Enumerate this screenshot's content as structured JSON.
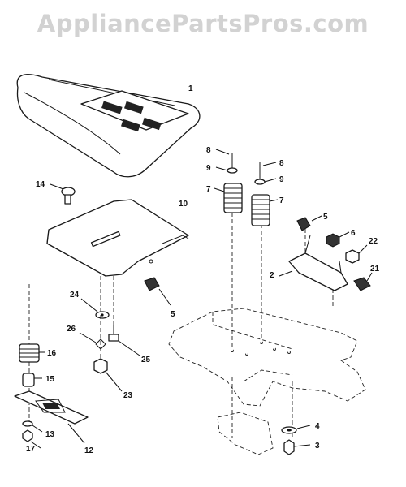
{
  "watermark": "AppliancePartsPros.com",
  "callouts": [
    "1",
    "2",
    "3",
    "4",
    "5",
    "5",
    "6",
    "7",
    "7",
    "8",
    "8",
    "9",
    "9",
    "10",
    "12",
    "13",
    "14",
    "15",
    "16",
    "17",
    "21",
    "22",
    "23",
    "24",
    "25",
    "26"
  ]
}
